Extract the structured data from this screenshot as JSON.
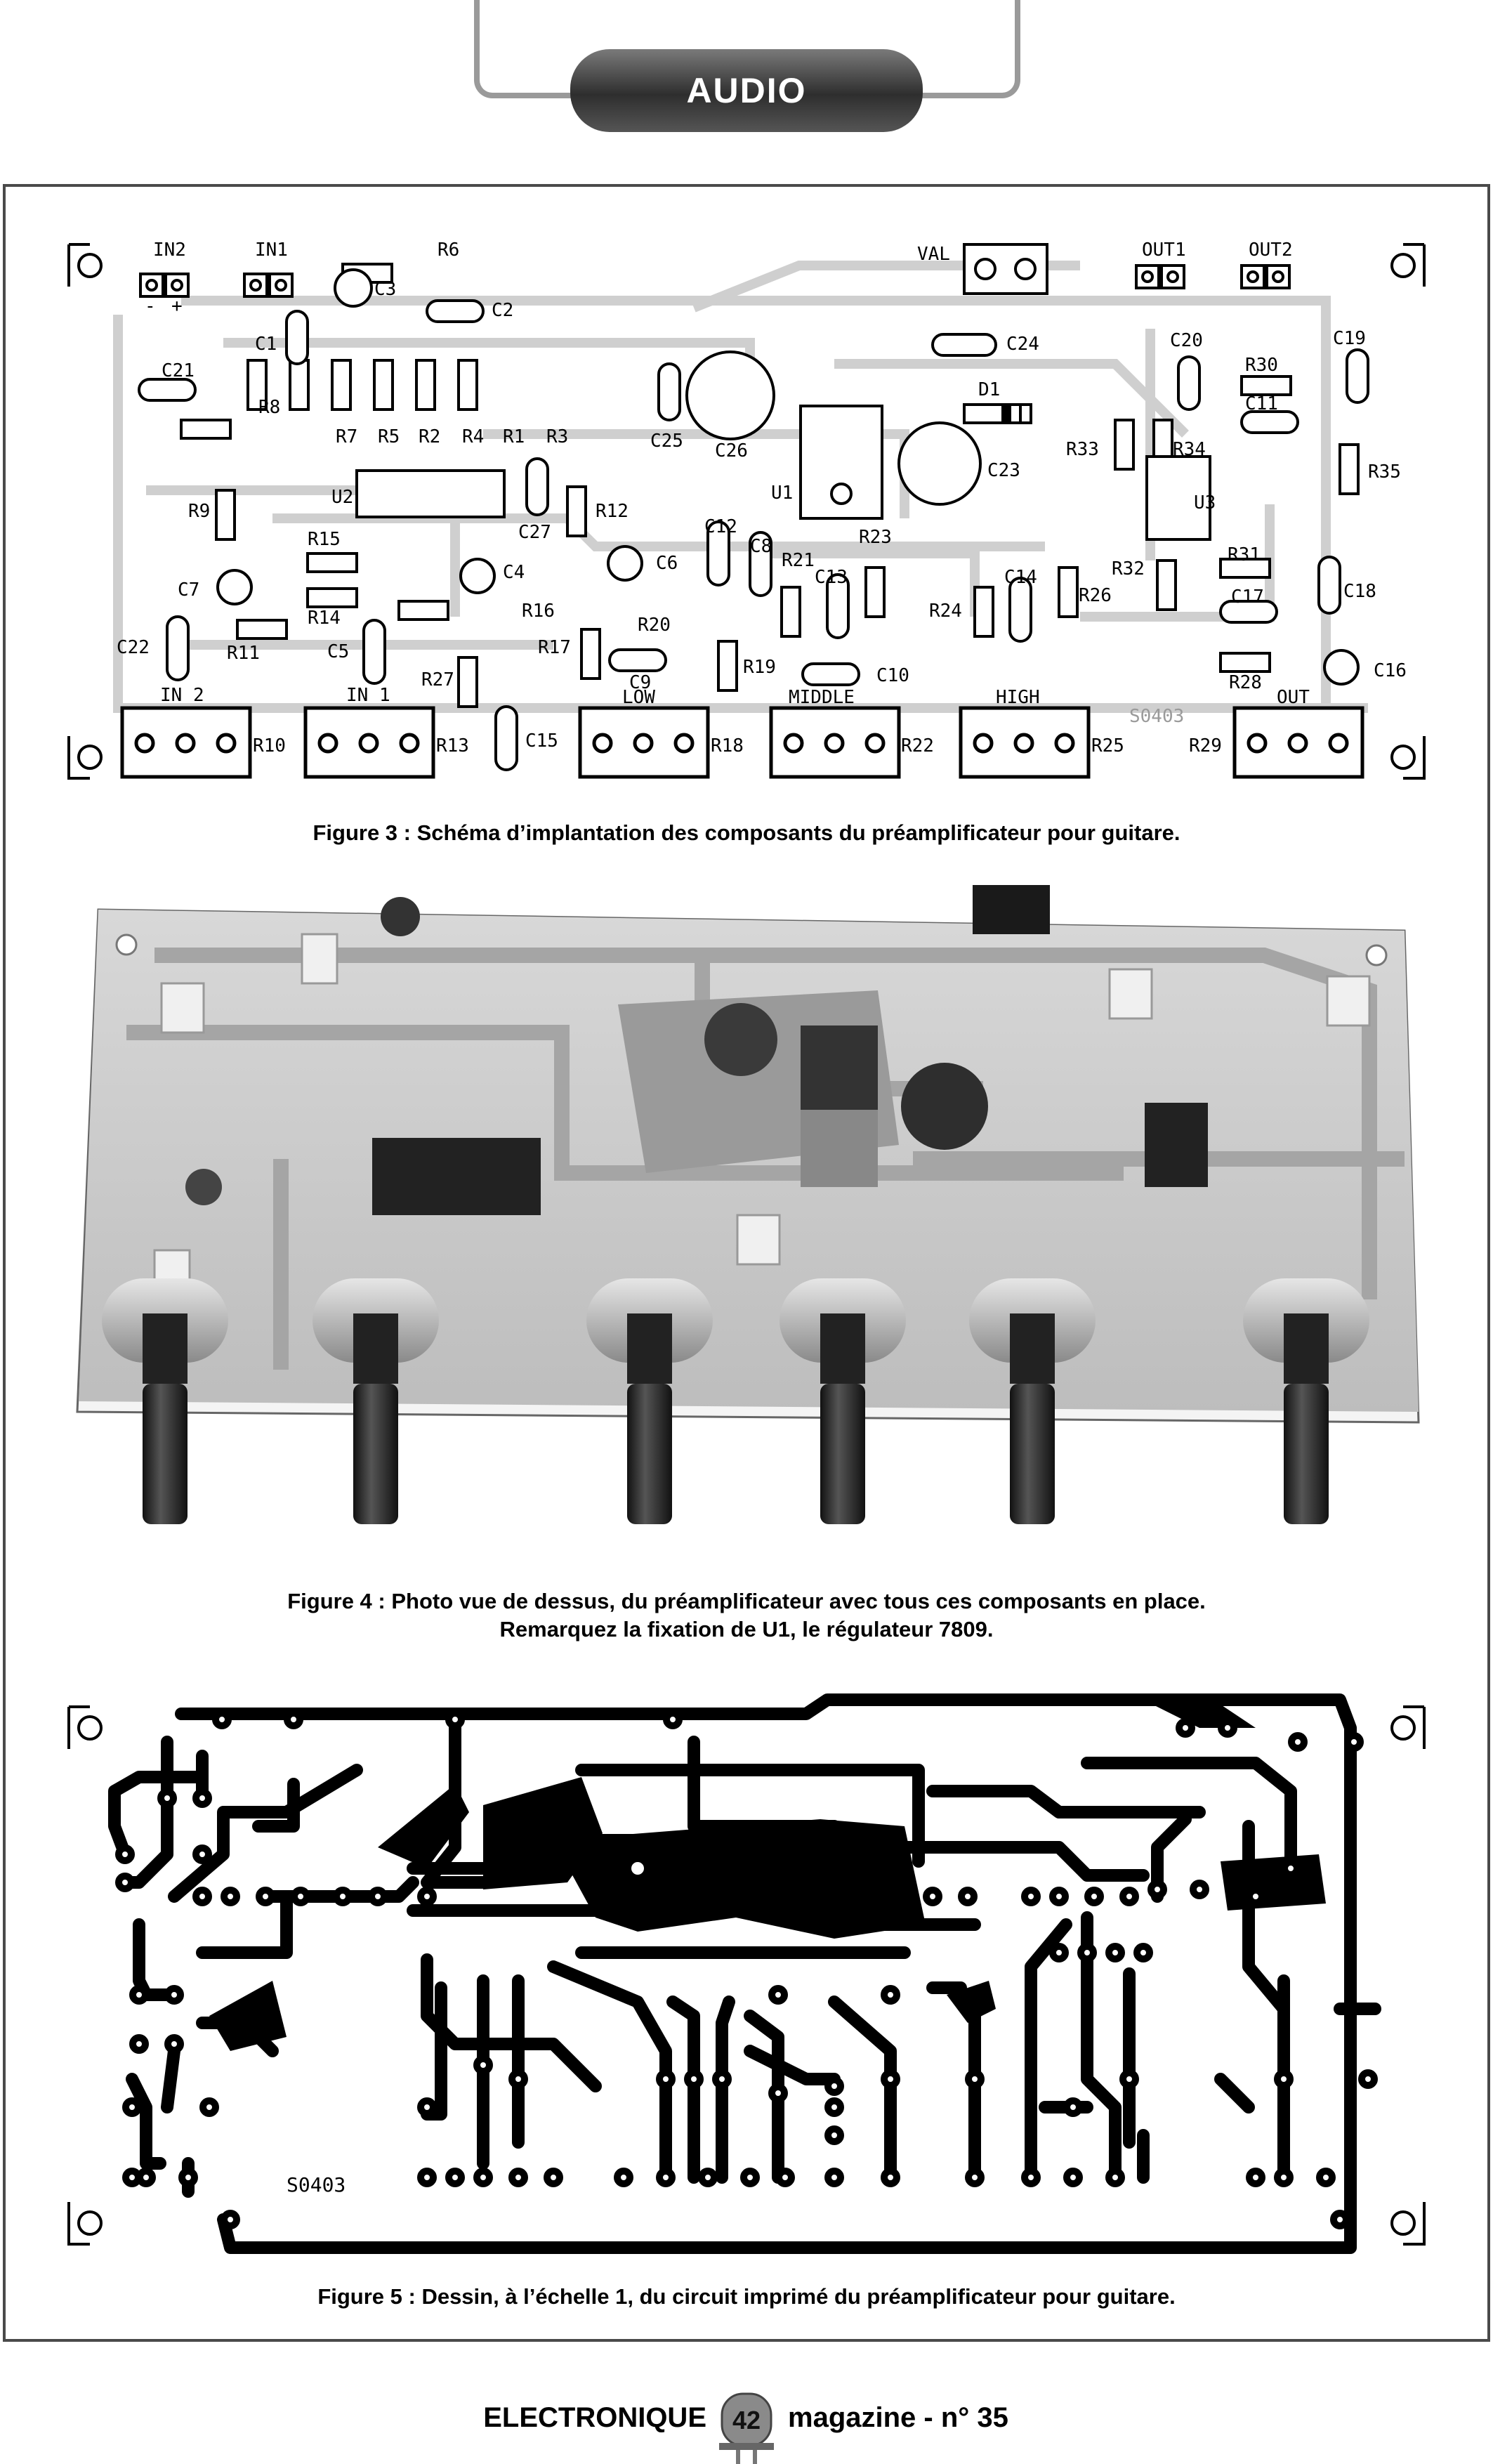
{
  "header": {
    "section": "AUDIO"
  },
  "figure3": {
    "caption": "Figure 3 : Schéma d’implantation des composants du préamplificateur pour guitare.",
    "labels": {
      "in2": "IN2",
      "in1": "IN1",
      "val": "VAL",
      "out1": "OUT1",
      "out2": "OUT2",
      "minus": "-",
      "plus": "+",
      "r6": "R6",
      "c3": "C3",
      "c2": "C2",
      "c1": "C1",
      "c21": "C21",
      "r8": "R8",
      "r7": "R7",
      "r5": "R5",
      "r2": "R2",
      "r4": "R4",
      "r1": "R1",
      "r3": "R3",
      "u2": "U2",
      "r9": "R9",
      "c27": "C27",
      "r12": "R12",
      "c25": "C25",
      "c26": "C26",
      "u1": "U1",
      "c24": "C24",
      "d1": "D1",
      "c23": "C23",
      "c20": "C20",
      "r30": "R30",
      "c19": "C19",
      "c11": "C11",
      "r33": "R33",
      "r34": "R34",
      "r35": "R35",
      "u3": "U3",
      "r15": "R15",
      "c4": "C4",
      "c6": "C6",
      "c12": "C12",
      "c8": "C8",
      "r21": "R21",
      "r23": "R23",
      "c13": "C13",
      "c14": "C14",
      "r26": "R26",
      "r32": "R32",
      "r31": "R31",
      "c17": "C17",
      "c18": "C18",
      "c7": "C7",
      "r14": "R14",
      "r16": "R16",
      "r11": "R11",
      "c22": "C22",
      "c5": "C5",
      "r17": "R17",
      "r20": "R20",
      "r24": "R24",
      "c9": "C9",
      "r19": "R19",
      "c10": "C10",
      "r28": "R28",
      "c16": "C16",
      "r27": "R27",
      "in2b": "IN 2",
      "in1b": "IN 1",
      "low": "LOW",
      "middle": "MIDDLE",
      "high": "HIGH",
      "out": "OUT",
      "code": "S0403",
      "r10": "R10",
      "r13": "R13",
      "c15": "C15",
      "r18": "R18",
      "r22": "R22",
      "r25": "R25",
      "r29": "R29"
    }
  },
  "figure4": {
    "caption_line1": "Figure 4 : Photo vue de dessus, du préamplificateur avec tous ces composants en place.",
    "caption_line2": "Remarquez la fixation de U1, le régulateur 7809."
  },
  "figure5": {
    "caption": "Figure 5 : Dessin, à l’échelle 1, du circuit imprimé du préamplificateur pour guitare.",
    "code": "S0403"
  },
  "footer": {
    "left": "ELECTRONIQUE",
    "page": "42",
    "right": "magazine - n° 35"
  }
}
